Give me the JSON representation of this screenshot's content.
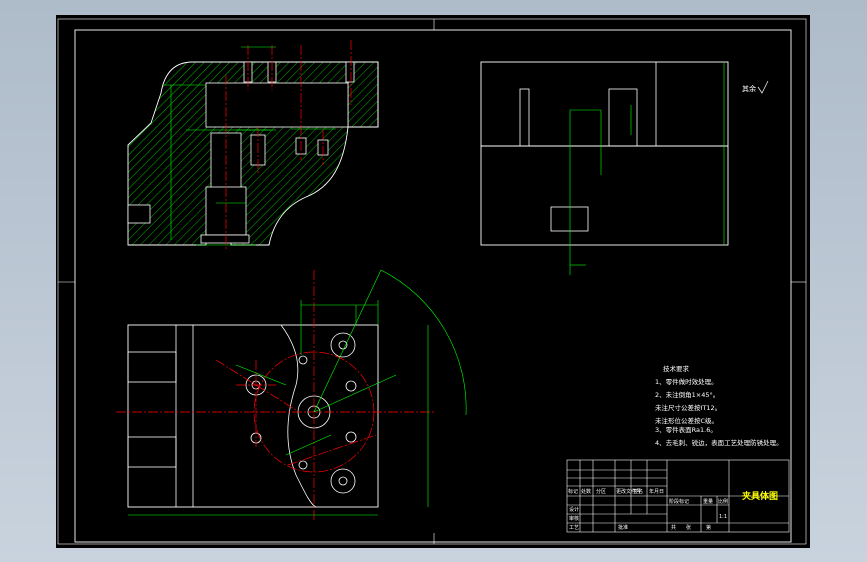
{
  "roughness_note": "其余",
  "technical_requirements": {
    "heading": "技术要求",
    "items": [
      "1、零件做时效处理。",
      "2、未注倒角1×45°。",
      "   未注尺寸公差按IT12。",
      "   未注形位公差按C级。",
      "3、零件表面Ra1.6。",
      "4、去毛刺、锐边，表面工艺处理防锈处理。"
    ]
  },
  "title_block": {
    "drawing_title": "夹具体图",
    "scale": "1:1",
    "labels": [
      "设计",
      "审核",
      "工艺",
      "批准",
      "标记",
      "处数",
      "分区",
      "更改文件号",
      "签名",
      "年月日",
      "阶段标记",
      "重量",
      "比例",
      "共",
      "张",
      "第"
    ]
  },
  "colors": {
    "frame": "#ffffff",
    "outline": "#ffffff",
    "centerline": "#ff0000",
    "dimension": "#00ff00",
    "hatch": "#00ff00",
    "text": "#ffffff",
    "title": "#ffff00",
    "screen_bg": "#000000"
  }
}
